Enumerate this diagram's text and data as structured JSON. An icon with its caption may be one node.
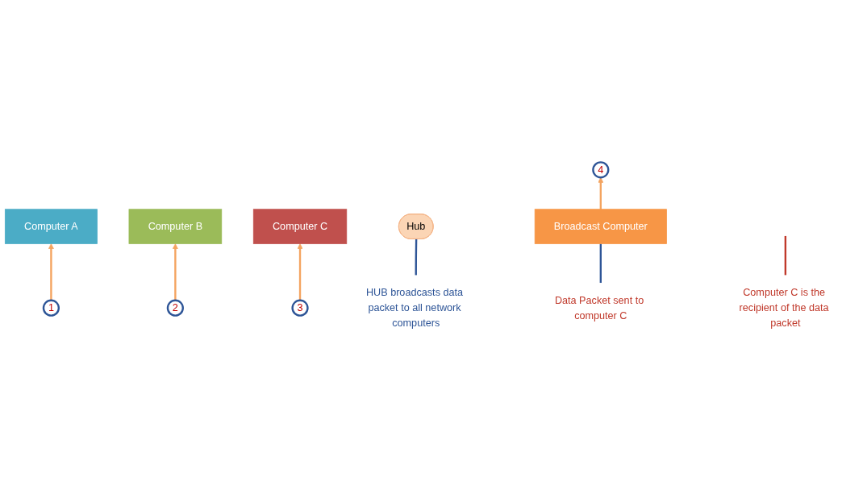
{
  "diagram": {
    "nodes": [
      {
        "text": [
          "Computer A"
        ]
      },
      {
        "text": [
          "Computer B"
        ]
      },
      {
        "text": [
          "Computer C"
        ]
      },
      {
        "text": [
          "Hub"
        ]
      },
      {
        "text": [
          "1"
        ]
      },
      {
        "text": [
          "2"
        ]
      },
      {
        "text": [
          "3"
        ]
      },
      {
        "text": [
          "4"
        ]
      },
      {
        "text": [
          "Broadcast Computer"
        ]
      },
      {
        "text": [
          "Computer C is the recipient of the data packet"
        ]
      },
      {
        "text": [
          "HUB broadcasts data packet to all network computers"
        ]
      },
      {
        "text": [
          "Data Packet sent to computer C"
        ]
      }
    ],
    "edges": [
      {
        "from": 4,
        "to": 0,
        "arrow": "to"
      },
      {
        "from": 5,
        "to": 1,
        "arrow": "to"
      },
      {
        "from": 6,
        "to": 2,
        "arrow": "to"
      },
      {
        "from": 8,
        "to": 7,
        "arrow": "to"
      },
      {
        "from": 9,
        "to": null,
        "arrow": "none",
        "color": "#c0392b"
      },
      {
        "from": 10,
        "to": 3,
        "arrow": "none",
        "color": "#2e5597"
      },
      {
        "from": 11,
        "to": 8,
        "arrow": "none",
        "color": "#2e5597"
      }
    ]
  }
}
